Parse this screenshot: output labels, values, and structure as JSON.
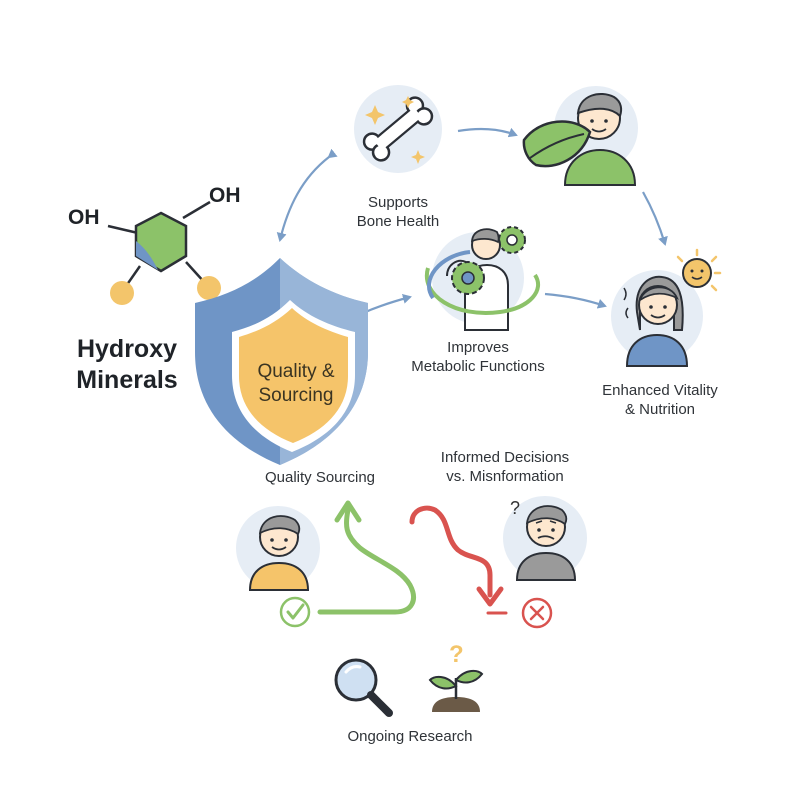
{
  "title": {
    "line1": "Hydroxy",
    "line2": "Minerals"
  },
  "molecule": {
    "oh_left": "OH",
    "oh_right": "OH"
  },
  "shield": {
    "line1": "Quality &",
    "line2": "Sourcing"
  },
  "nodes": {
    "bone": {
      "line1": "Supports",
      "line2": "Bone Health"
    },
    "metabolic": {
      "line1": "Improves",
      "line2": "Metabolic Functions"
    },
    "vitality": {
      "line1": "Enhanced Vitality",
      "line2": "& Nutrition"
    },
    "quality_sourcing": {
      "line1": "Quality Sourcing"
    },
    "informed": {
      "line1": "Informed Decisions",
      "line2": "vs. Misnformation"
    },
    "research": {
      "line1": "Ongoing Research"
    }
  },
  "marks": {
    "question_person": "?",
    "question_plant": "?"
  },
  "colors": {
    "arrow_blue": "#7b9ec7",
    "green": "#8cc269",
    "red": "#d9534f",
    "shield_blue": "#6f95c6",
    "shield_gold": "#f5c46a",
    "circle_bg": "#e6edf5",
    "gold_dot": "#f3c56b"
  },
  "icons": [
    "molecule-icon",
    "shield-icon",
    "bone-icon",
    "leaf-person-icon",
    "gear-person-icon",
    "sun-person-icon",
    "happy-person-icon",
    "confused-person-icon",
    "check-icon",
    "cross-icon",
    "magnifier-icon",
    "sprout-icon"
  ]
}
